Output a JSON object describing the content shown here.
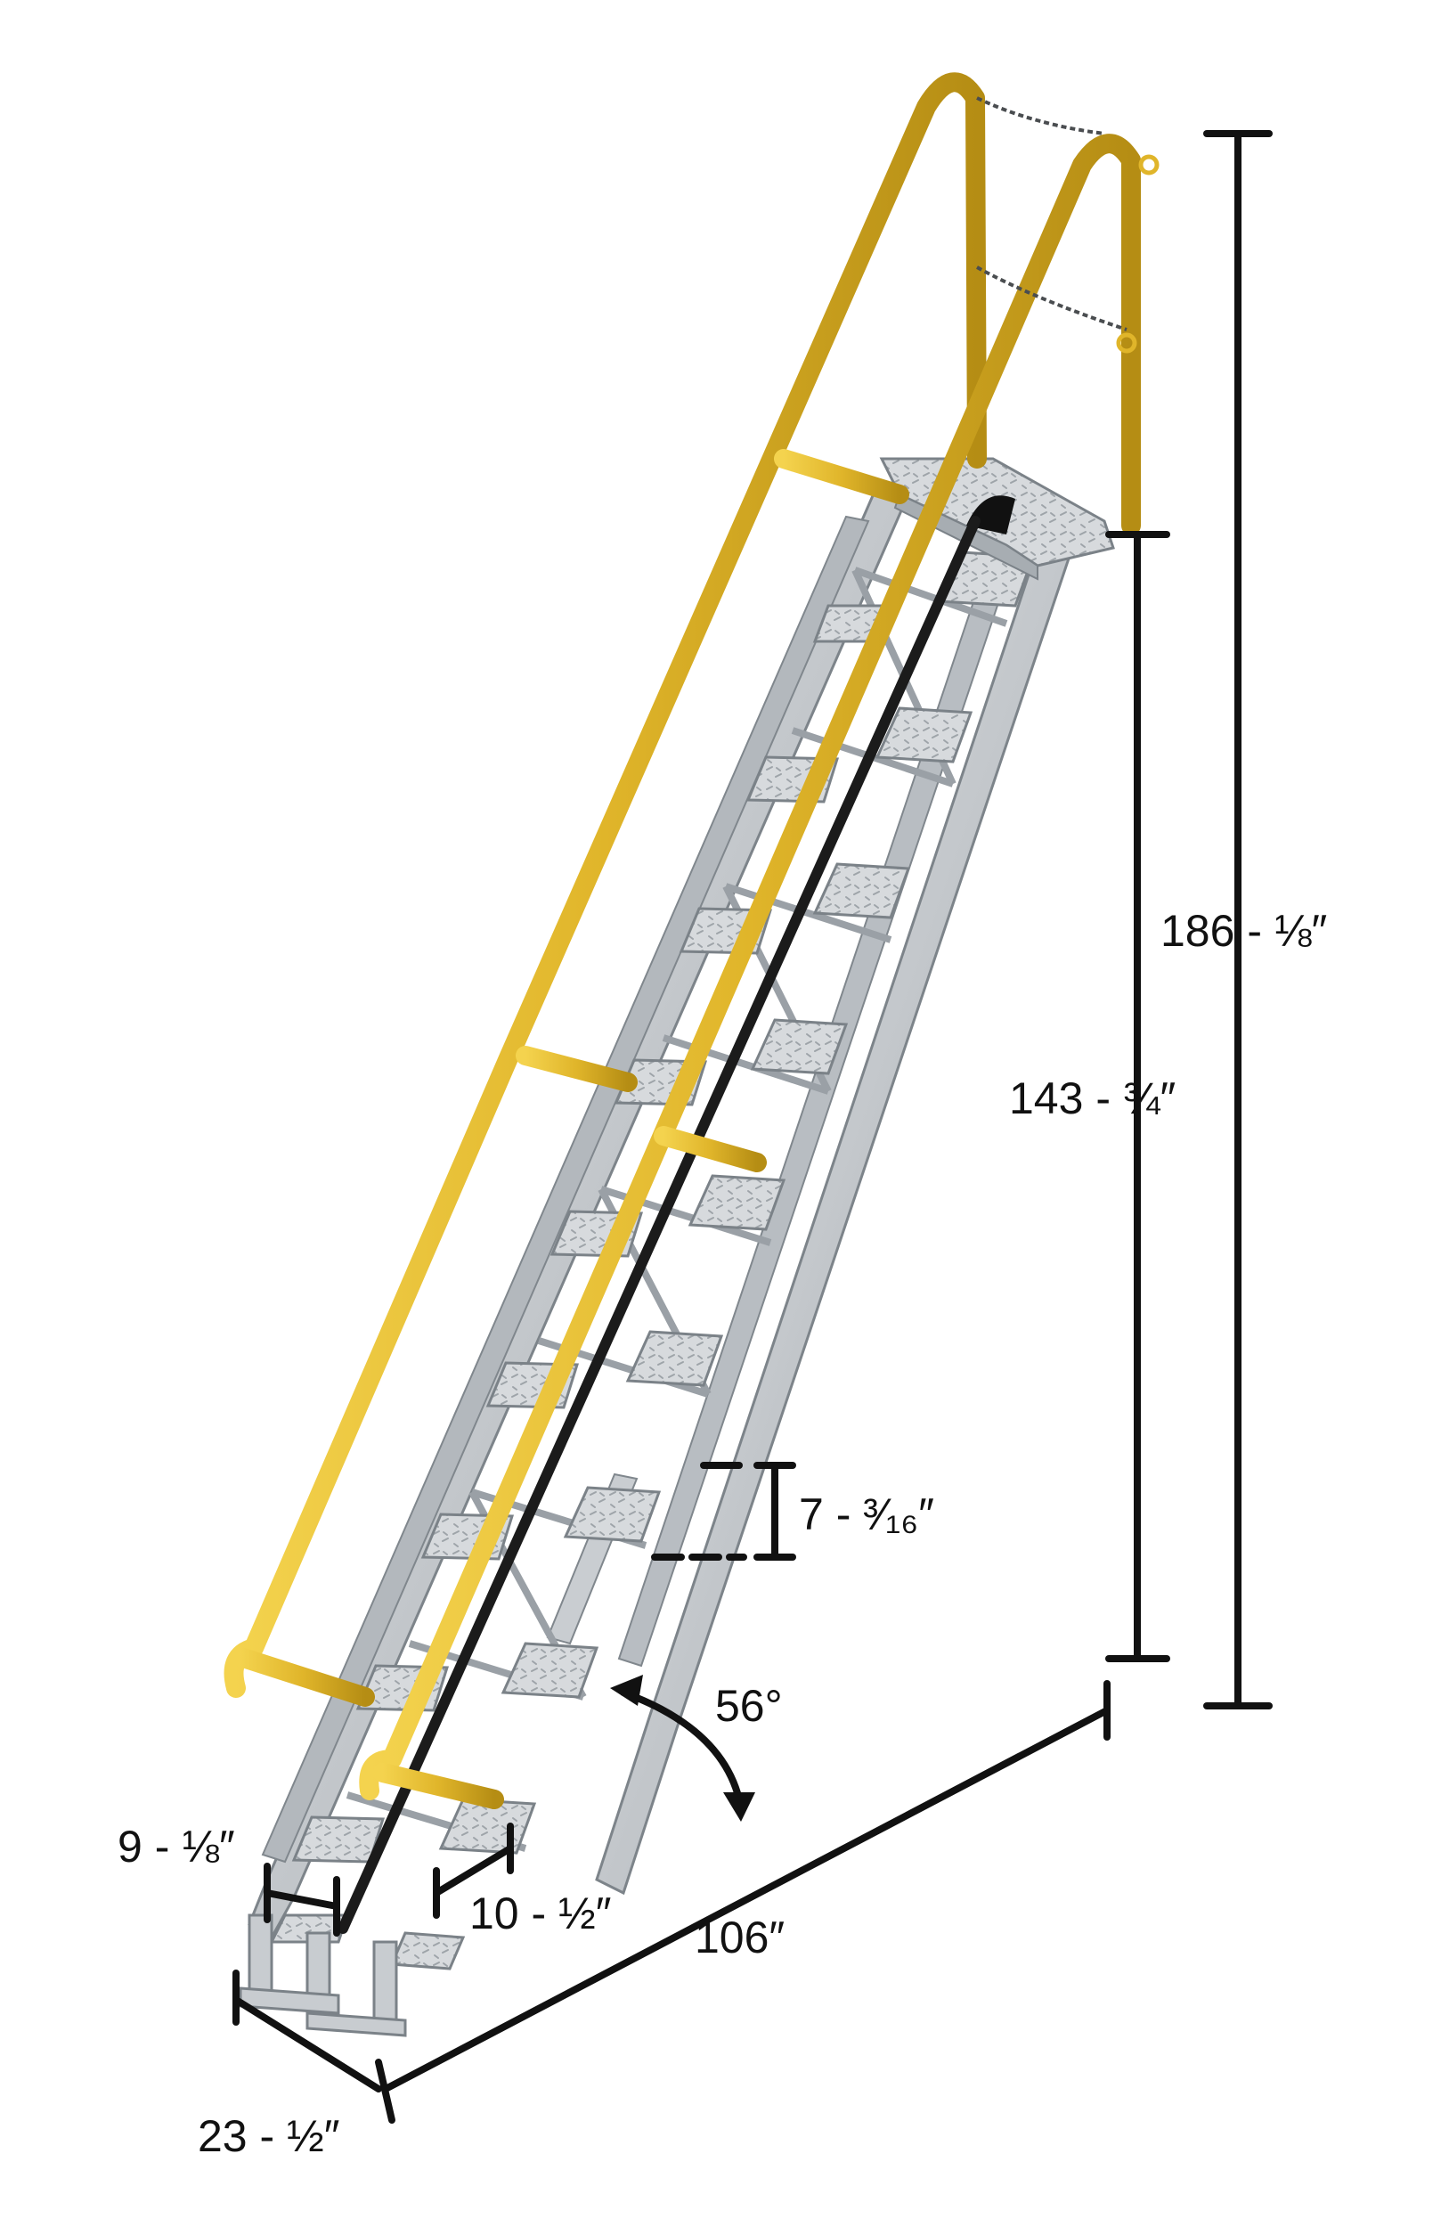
{
  "product": {
    "rail_color": "#e0b52a",
    "rail_edge_color": "#b58d14",
    "frame_color": "#c4c8cc",
    "tread_color": "#d5d8db",
    "dimension_line_color": "#111111"
  },
  "dimensions": {
    "overall_height": "186 - ⅛″",
    "platform_height": "143 - ¾″",
    "step_rise": "7 - ³⁄₁₆″",
    "angle": "56°",
    "horizontal_run": "106″",
    "tread_depth": "10 - ½″",
    "step_clearance": "9 - ⅛″",
    "base_width": "23 - ½″"
  },
  "icons": [
    "angle-arrow-icon"
  ]
}
